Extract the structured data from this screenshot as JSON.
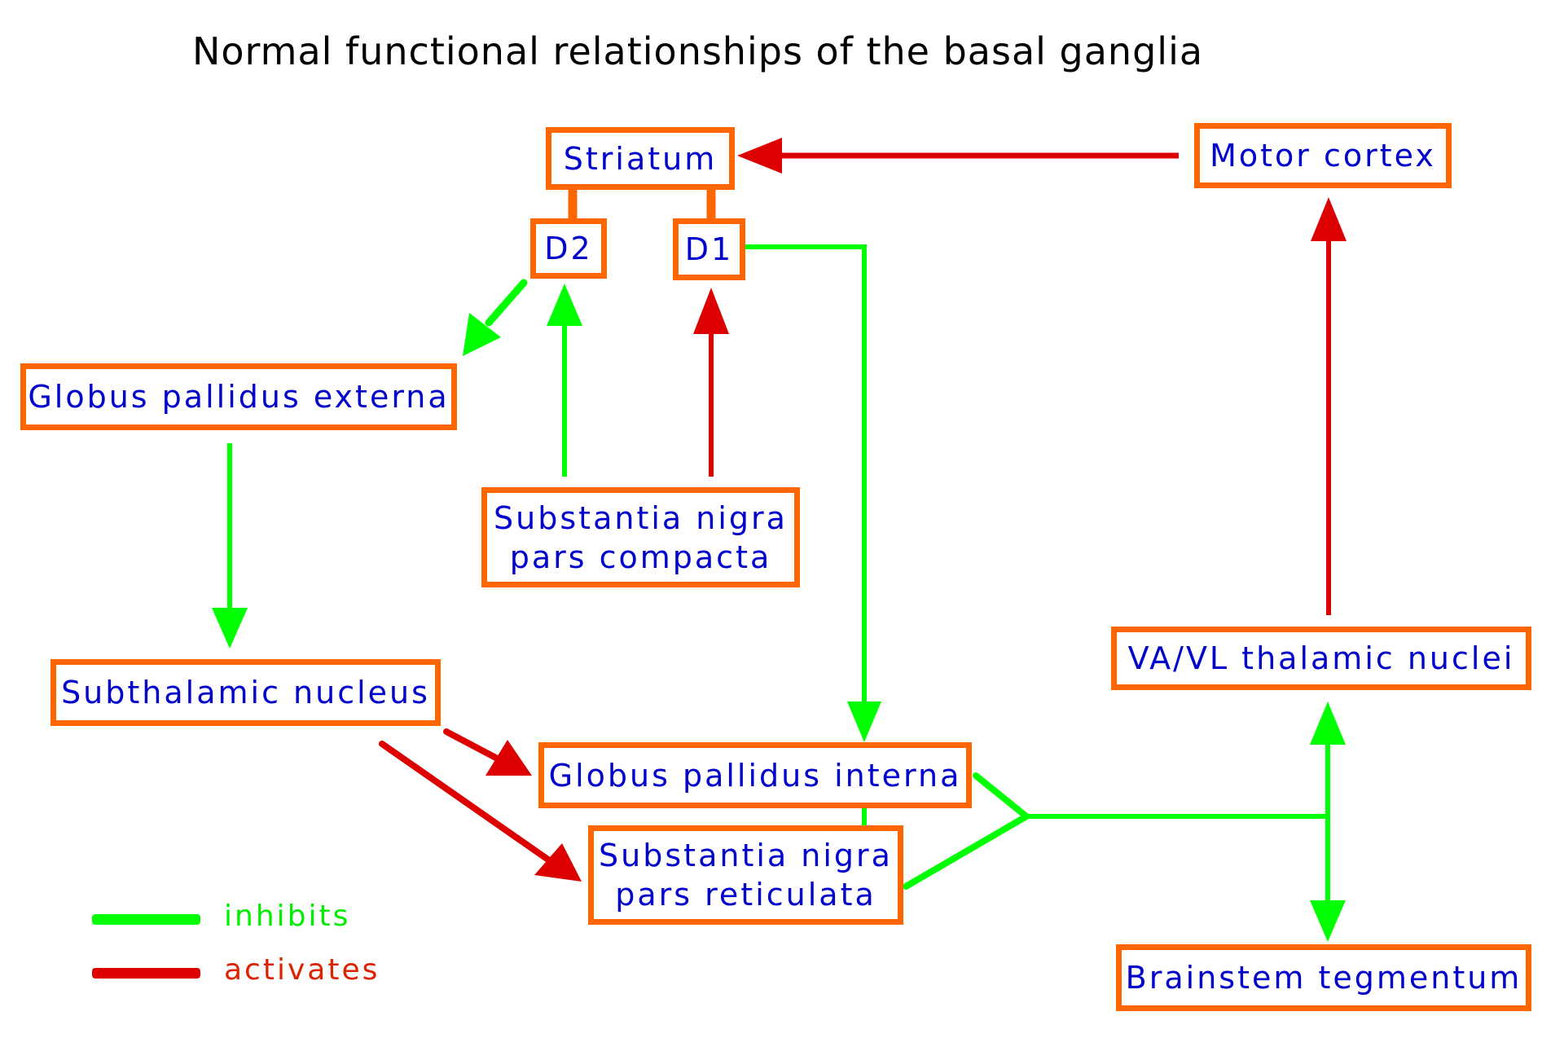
{
  "title": "Normal functional relationships of the basal ganglia",
  "colors": {
    "box_border": "#ff6600",
    "box_text": "#0000cc",
    "inhibits": "#00ff00",
    "activates": "#dd0000",
    "title_text": "#000000"
  },
  "nodes": {
    "striatum": "Striatum",
    "d2": "D2",
    "d1": "D1",
    "motor_cortex": "Motor cortex",
    "gpe": "Globus pallidus externa",
    "snc": "Substantia nigra\npars compacta",
    "stn": "Subthalamic nucleus",
    "gpi": "Globus pallidus interna",
    "snr": "Substantia nigra\npars reticulata",
    "vavl": "VA/VL thalamic nuclei",
    "brainstem": "Brainstem tegmentum"
  },
  "edges": [
    {
      "from": "Motor cortex",
      "to": "Striatum",
      "type": "activates"
    },
    {
      "from": "D2",
      "to": "Globus pallidus externa",
      "type": "inhibits"
    },
    {
      "from": "Substantia nigra pars compacta",
      "to": "D2",
      "type": "inhibits"
    },
    {
      "from": "Substantia nigra pars compacta",
      "to": "D1",
      "type": "activates"
    },
    {
      "from": "D1",
      "to": "Globus pallidus interna",
      "type": "inhibits"
    },
    {
      "from": "Globus pallidus externa",
      "to": "Subthalamic nucleus",
      "type": "inhibits"
    },
    {
      "from": "Subthalamic nucleus",
      "to": "Globus pallidus interna",
      "type": "activates"
    },
    {
      "from": "Subthalamic nucleus",
      "to": "Substantia nigra pars reticulata",
      "type": "activates"
    },
    {
      "from": "Globus pallidus interna / Substantia nigra pars reticulata",
      "to": "VA/VL thalamic nuclei",
      "type": "inhibits"
    },
    {
      "from": "Globus pallidus interna / Substantia nigra pars reticulata",
      "to": "Brainstem tegmentum",
      "type": "inhibits"
    },
    {
      "from": "VA/VL thalamic nuclei",
      "to": "Motor cortex",
      "type": "activates"
    }
  ],
  "legend": {
    "inhibits_label": "inhibits",
    "activates_label": "activates"
  }
}
